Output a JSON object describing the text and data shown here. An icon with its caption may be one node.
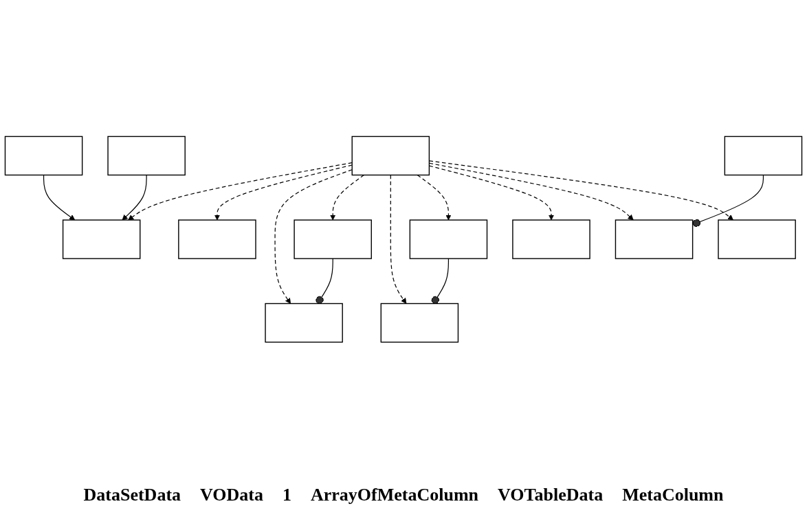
{
  "diagram": {
    "nodes": [
      {
        "text": [],
        "shape": "box"
      },
      {
        "text": [],
        "shape": "box"
      },
      {
        "text": [],
        "shape": "box"
      },
      {
        "text": [],
        "shape": "box"
      },
      {
        "text": [],
        "shape": "box"
      },
      {
        "text": [],
        "shape": "box"
      },
      {
        "text": [],
        "shape": "box"
      },
      {
        "text": [],
        "shape": "box"
      },
      {
        "text": [],
        "shape": "box"
      },
      {
        "text": [],
        "shape": "box"
      },
      {
        "text": [],
        "shape": "box"
      },
      {
        "text": [],
        "shape": "box"
      },
      {
        "text": [],
        "shape": "box"
      }
    ],
    "edges": [
      {
        "from": 0,
        "to": 1,
        "arrow": "to"
      },
      {
        "from": 4,
        "to": 1,
        "arrow": "to"
      },
      {
        "from": 2,
        "to": 1,
        "arrow": "to",
        "style": "dashed"
      },
      {
        "from": 2,
        "to": 3,
        "arrow": "to",
        "style": "dashed"
      },
      {
        "from": 2,
        "to": 5,
        "arrow": "to",
        "style": "dashed"
      },
      {
        "from": 2,
        "to": 6,
        "arrow": "to",
        "style": "dashed"
      },
      {
        "from": 2,
        "to": 7,
        "arrow": "to",
        "style": "dashed"
      },
      {
        "from": 2,
        "to": 9,
        "arrow": "to",
        "style": "dashed"
      },
      {
        "from": 2,
        "to": 8,
        "arrow": "to",
        "style": "dashed"
      },
      {
        "from": 2,
        "to": 10,
        "arrow": "to",
        "style": "dashed"
      },
      {
        "from": 2,
        "to": 12,
        "arrow": "to",
        "style": "dashed"
      },
      {
        "from": 6,
        "to": 5,
        "arrow": "other"
      },
      {
        "from": 9,
        "to": 7,
        "arrow": "other"
      },
      {
        "from": 11,
        "to": 10,
        "arrow": "other"
      }
    ],
    "labels": [
      "DataSetData",
      "VOData",
      "1",
      "ArrayOfMetaColumn",
      "VOTableData",
      "MetaColumn"
    ]
  }
}
